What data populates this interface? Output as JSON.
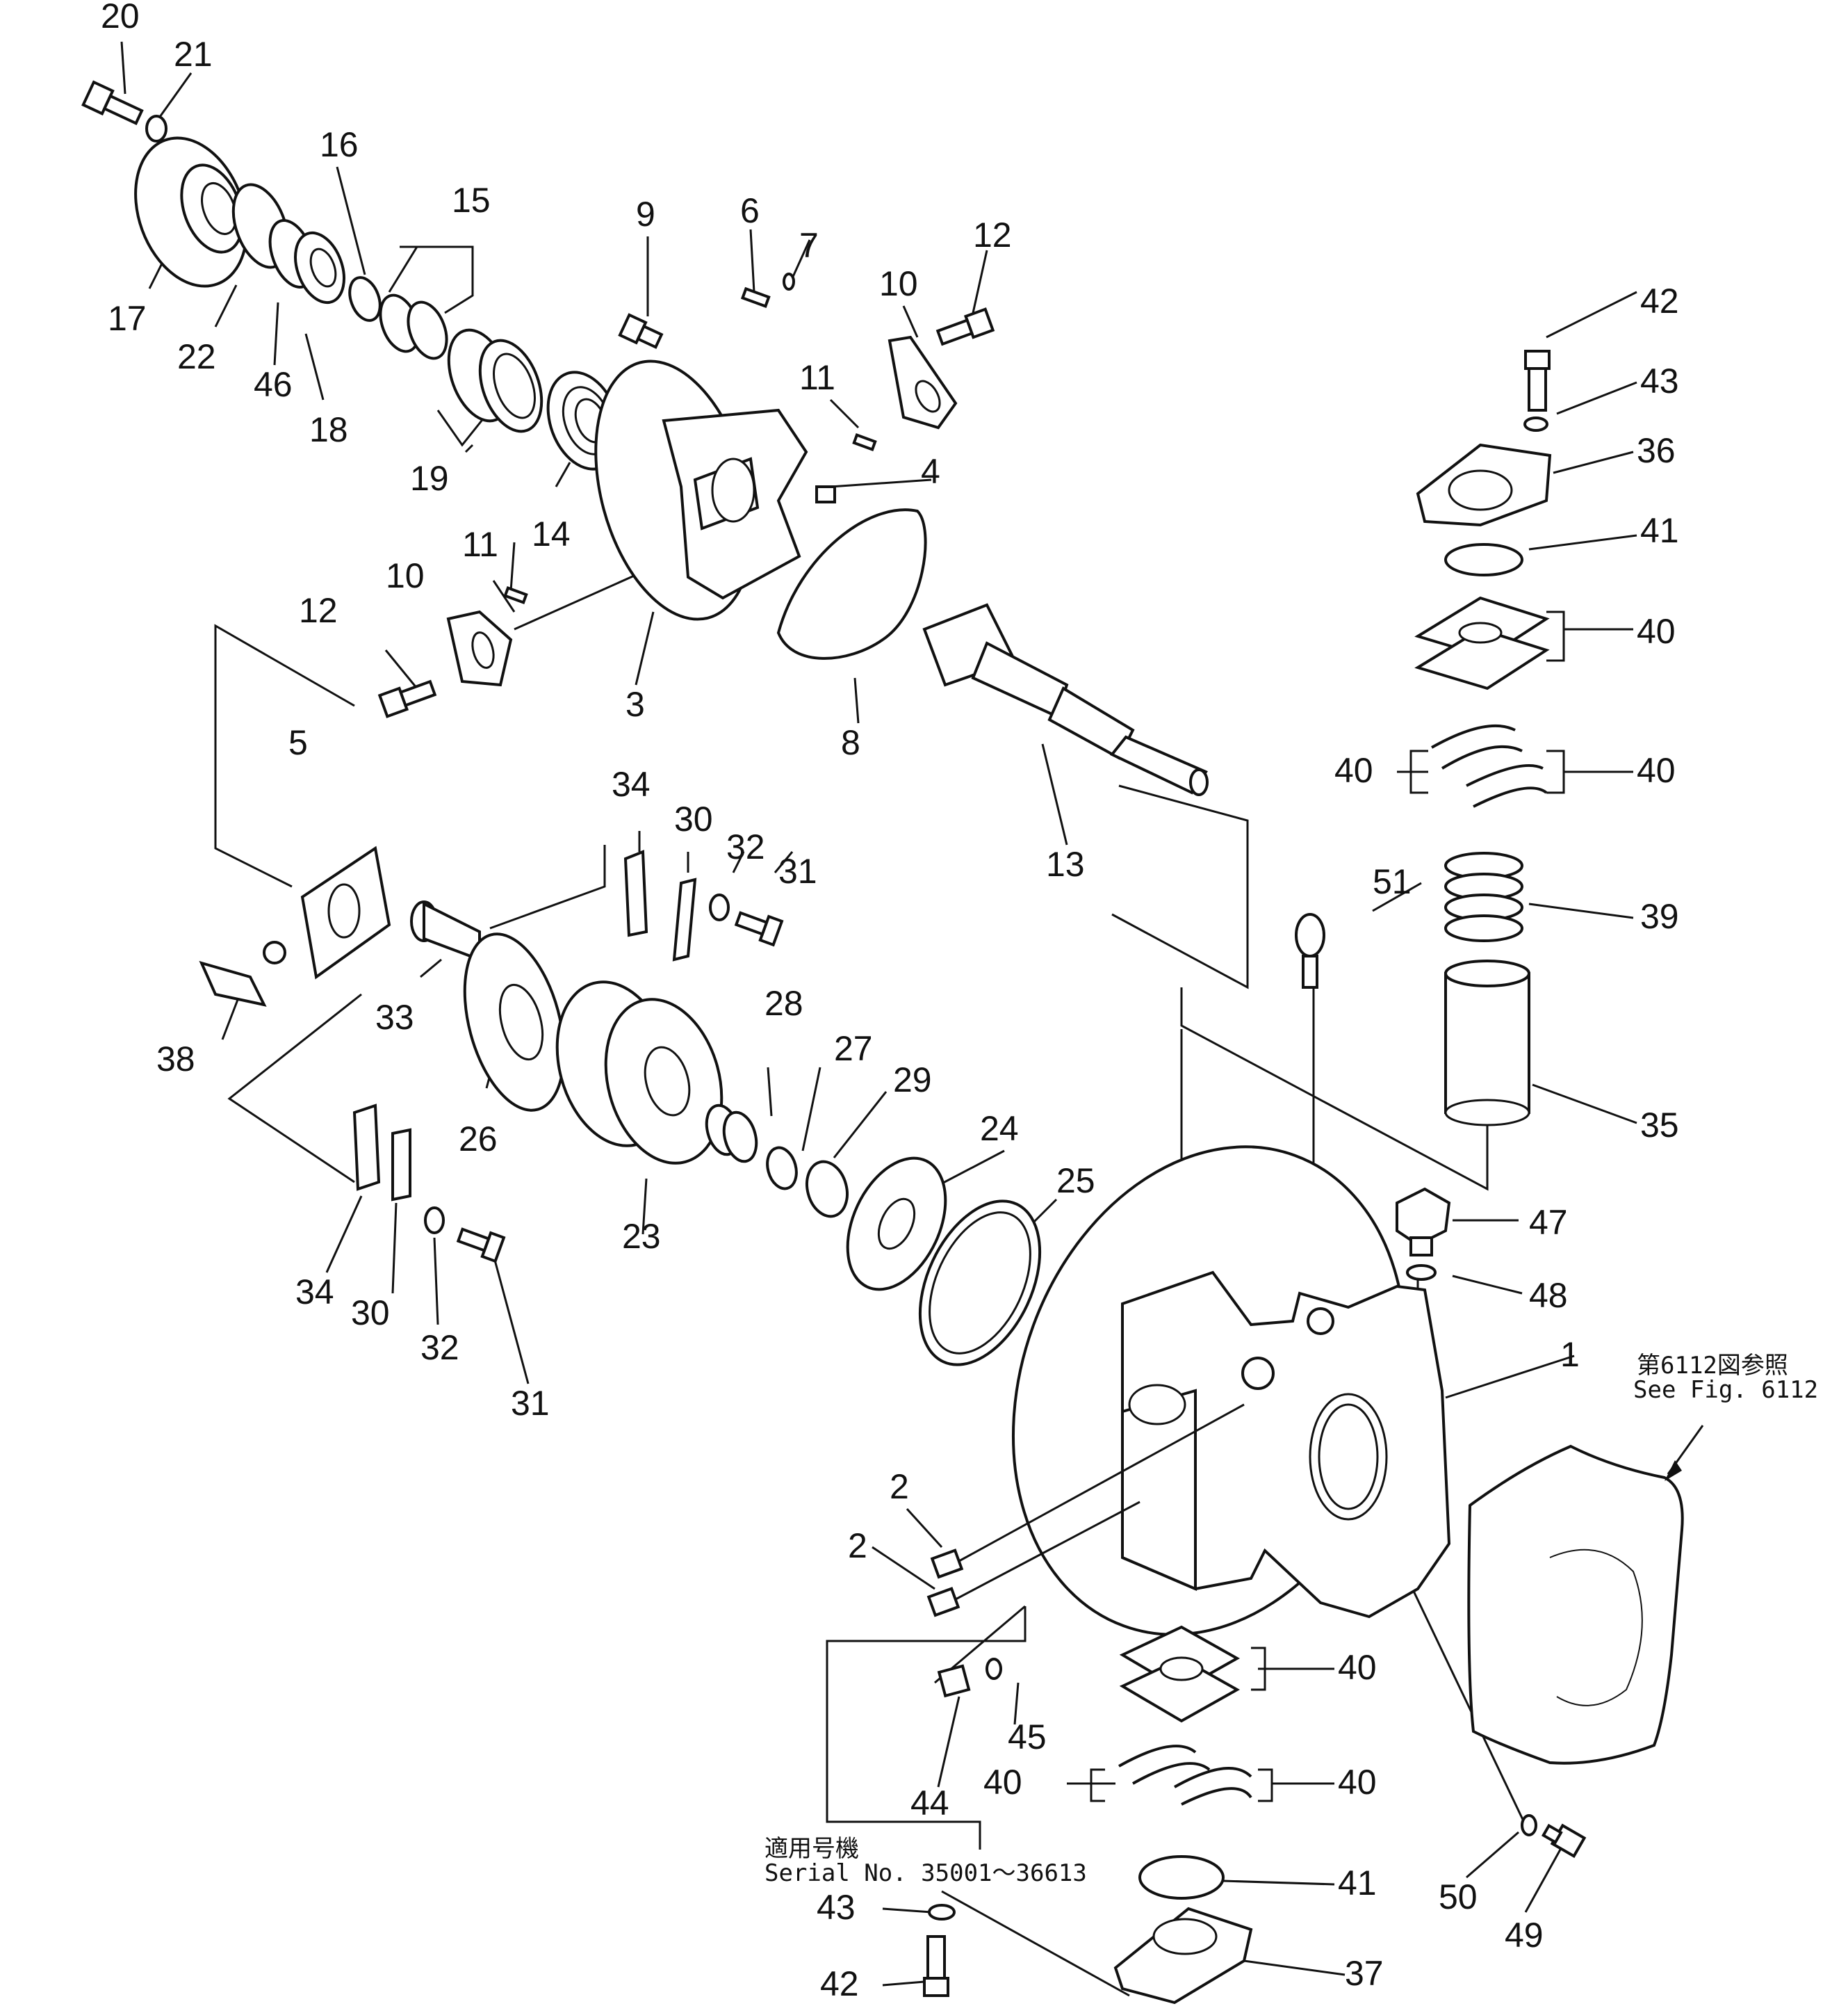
{
  "diagram": {
    "callouts": [
      {
        "id": "c20",
        "text": "20"
      },
      {
        "id": "c21",
        "text": "21"
      },
      {
        "id": "c16",
        "text": "16"
      },
      {
        "id": "c15",
        "text": "15"
      },
      {
        "id": "c17",
        "text": "17"
      },
      {
        "id": "c22",
        "text": "22"
      },
      {
        "id": "c46",
        "text": "46"
      },
      {
        "id": "c18",
        "text": "18"
      },
      {
        "id": "c19",
        "text": "19"
      },
      {
        "id": "c14",
        "text": "14"
      },
      {
        "id": "c9",
        "text": "9"
      },
      {
        "id": "c6",
        "text": "6"
      },
      {
        "id": "c7",
        "text": "7"
      },
      {
        "id": "c10a",
        "text": "10"
      },
      {
        "id": "c12a",
        "text": "12"
      },
      {
        "id": "c11a",
        "text": "11"
      },
      {
        "id": "c4",
        "text": "4"
      },
      {
        "id": "c11b",
        "text": "11"
      },
      {
        "id": "c10b",
        "text": "10"
      },
      {
        "id": "c12b",
        "text": "12"
      },
      {
        "id": "c3",
        "text": "3"
      },
      {
        "id": "c8",
        "text": "8"
      },
      {
        "id": "c13",
        "text": "13"
      },
      {
        "id": "c42a",
        "text": "42"
      },
      {
        "id": "c43a",
        "text": "43"
      },
      {
        "id": "c36",
        "text": "36"
      },
      {
        "id": "c41a",
        "text": "41"
      },
      {
        "id": "c40a",
        "text": "40"
      },
      {
        "id": "c40b",
        "text": "40"
      },
      {
        "id": "c40c",
        "text": "40"
      },
      {
        "id": "c39",
        "text": "39"
      },
      {
        "id": "c35",
        "text": "35"
      },
      {
        "id": "c51",
        "text": "51"
      },
      {
        "id": "c5",
        "text": "5"
      },
      {
        "id": "c34a",
        "text": "34"
      },
      {
        "id": "c30a",
        "text": "30"
      },
      {
        "id": "c32a",
        "text": "32"
      },
      {
        "id": "c31a",
        "text": "31"
      },
      {
        "id": "c33",
        "text": "33"
      },
      {
        "id": "c38",
        "text": "38"
      },
      {
        "id": "c26",
        "text": "26"
      },
      {
        "id": "c28",
        "text": "28"
      },
      {
        "id": "c27",
        "text": "27"
      },
      {
        "id": "c29",
        "text": "29"
      },
      {
        "id": "c24",
        "text": "24"
      },
      {
        "id": "c25",
        "text": "25"
      },
      {
        "id": "c23",
        "text": "23"
      },
      {
        "id": "c34b",
        "text": "34"
      },
      {
        "id": "c30b",
        "text": "30"
      },
      {
        "id": "c32b",
        "text": "32"
      },
      {
        "id": "c31b",
        "text": "31"
      },
      {
        "id": "c47",
        "text": "47"
      },
      {
        "id": "c48",
        "text": "48"
      },
      {
        "id": "c1",
        "text": "1"
      },
      {
        "id": "c2a",
        "text": "2"
      },
      {
        "id": "c2b",
        "text": "2"
      },
      {
        "id": "c40d",
        "text": "40"
      },
      {
        "id": "c45",
        "text": "45"
      },
      {
        "id": "c44",
        "text": "44"
      },
      {
        "id": "c40e",
        "text": "40"
      },
      {
        "id": "c40f",
        "text": "40"
      },
      {
        "id": "c41b",
        "text": "41"
      },
      {
        "id": "c43b",
        "text": "43"
      },
      {
        "id": "c42b",
        "text": "42"
      },
      {
        "id": "c37",
        "text": "37"
      },
      {
        "id": "c50",
        "text": "50"
      },
      {
        "id": "c49",
        "text": "49"
      }
    ],
    "fig_reference": {
      "line1": "第6112図参照",
      "line2": "See Fig. 6112"
    },
    "serial_note": {
      "line1": "適用号機",
      "line2": "Serial No. 35001～36613"
    }
  }
}
